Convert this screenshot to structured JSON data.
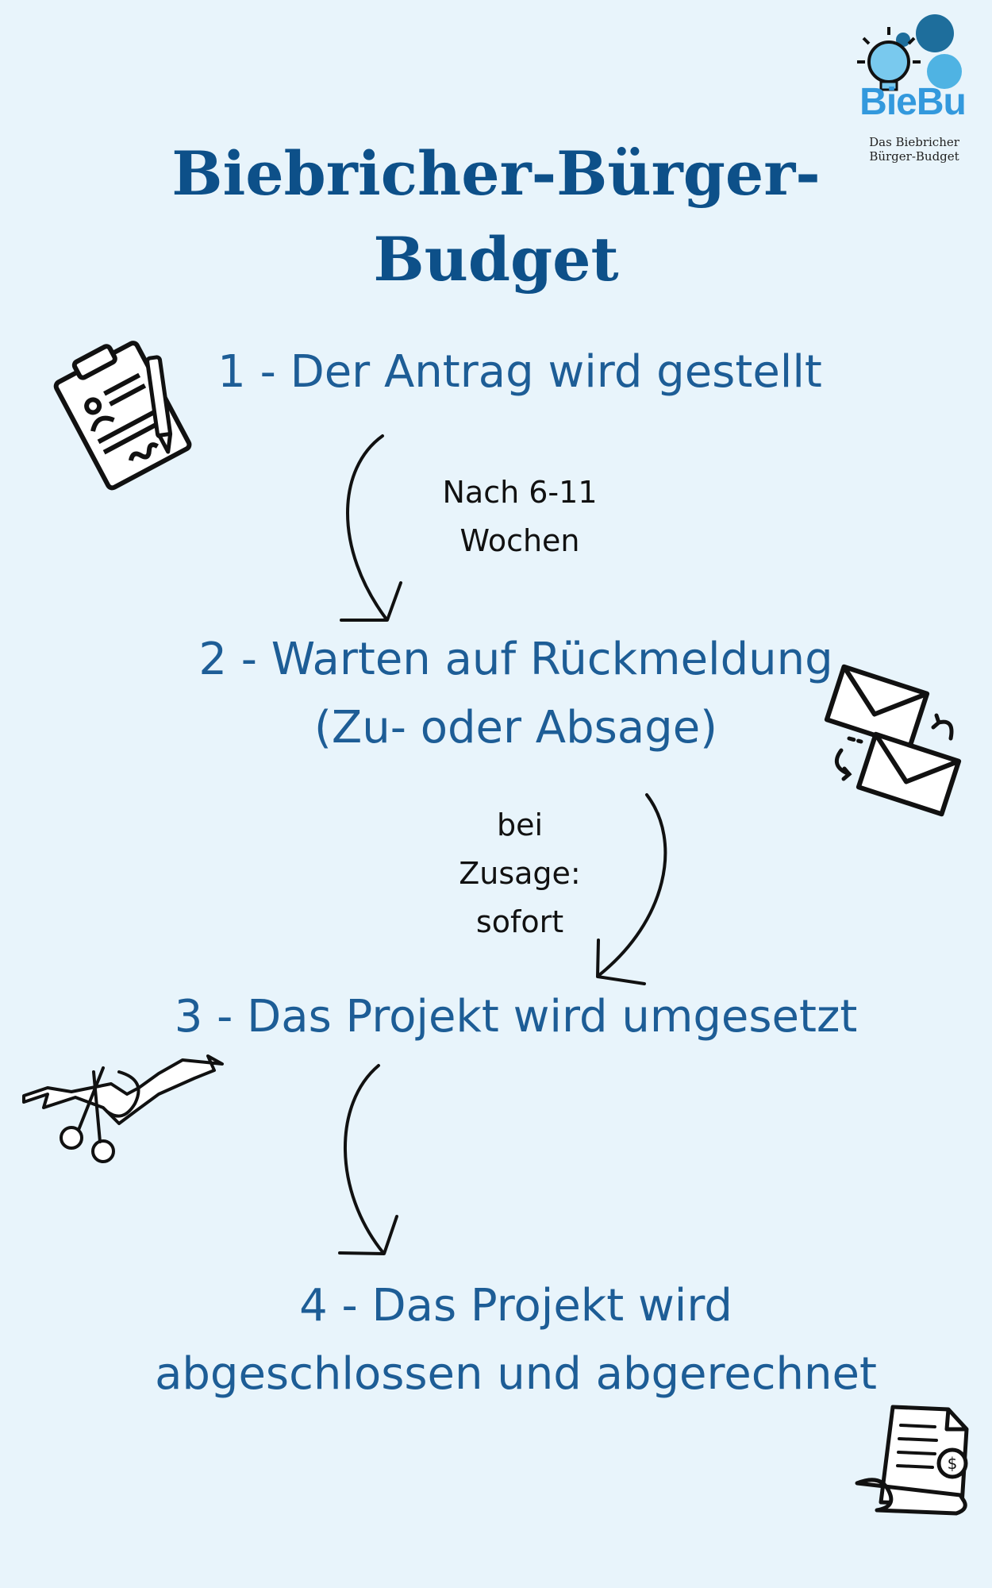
{
  "title": {
    "line1": "Biebricher-Bürger-",
    "line2": "Budget"
  },
  "logo": {
    "name": "BieBu",
    "subtitle_line1": "Das Biebricher",
    "subtitle_line2": "Bürger-Budget"
  },
  "steps": [
    {
      "line1": "1 - Der Antrag wird gestellt"
    },
    {
      "line1": "2 - Warten auf Rückmeldung",
      "line2": "(Zu- oder Absage)"
    },
    {
      "line1": "3 - Das Projekt wird umgesetzt"
    },
    {
      "line1": "4 - Das Projekt wird",
      "line2": "abgeschlossen und abgerechnet"
    }
  ],
  "notes": {
    "after_step1": {
      "line1": "Nach 6-11",
      "line2": "Wochen"
    },
    "after_step2": {
      "line1": "bei",
      "line2": "Zusage:",
      "line3": "sofort"
    }
  },
  "icons": [
    "clipboard-icon",
    "envelopes-exchange-icon",
    "ribbon-scissors-icon",
    "invoice-dollar-icon"
  ],
  "colors": {
    "background": "#e8f4fb",
    "title": "#0d5089",
    "step_text": "#1d5d96",
    "logo_blue": "#3399dd"
  }
}
